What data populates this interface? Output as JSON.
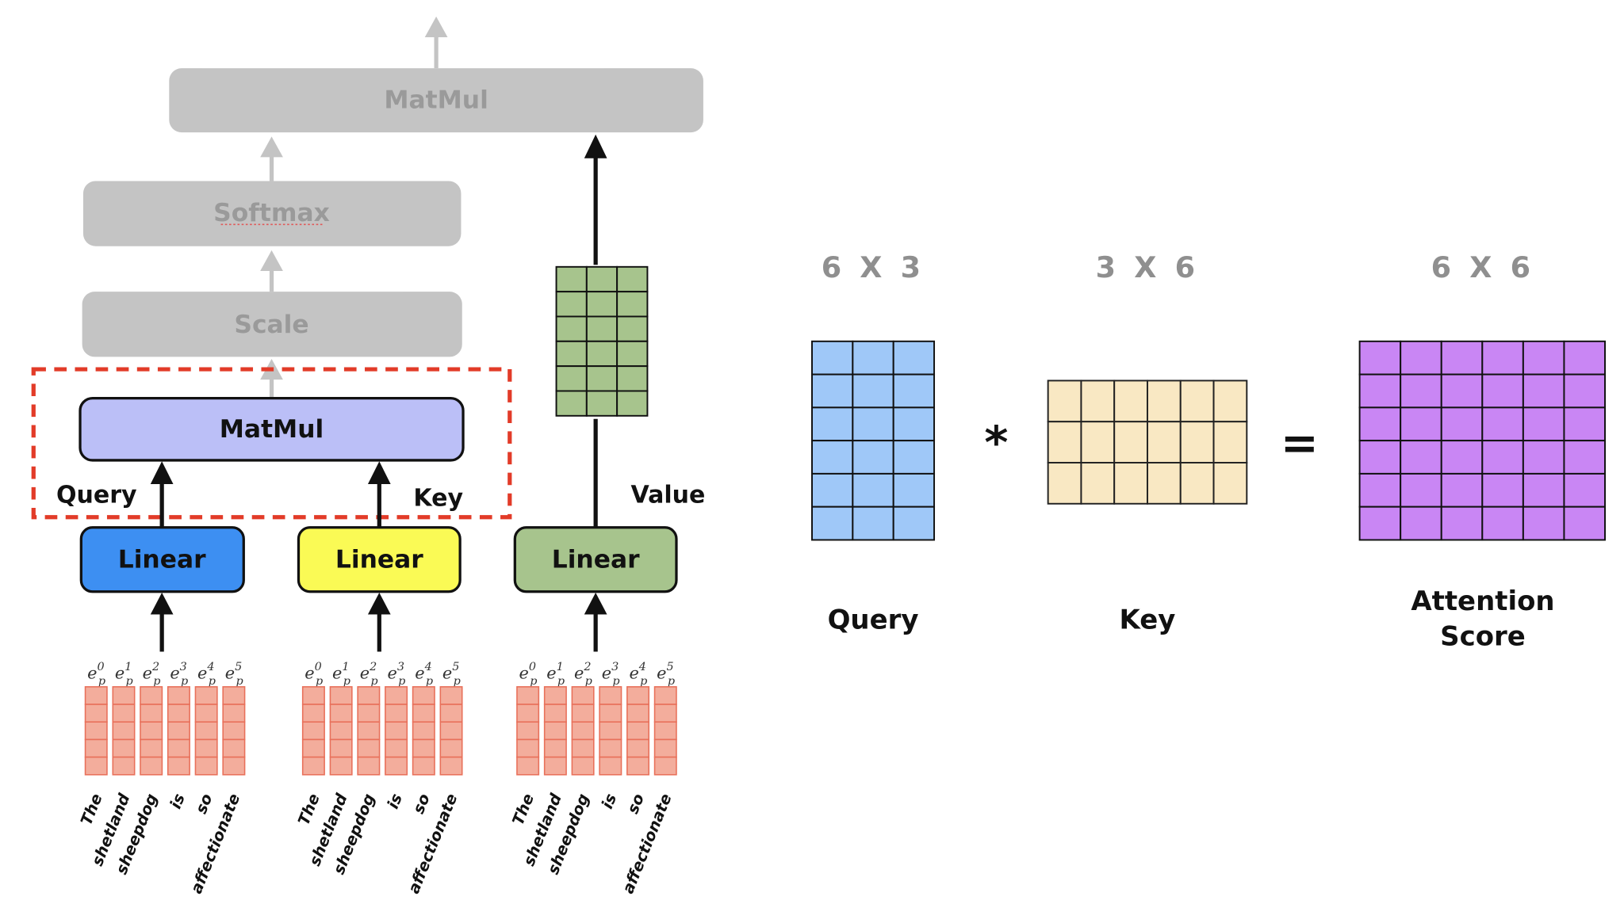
{
  "diagram": {
    "title": "Scaled dot-product attention: Query x Key matmul",
    "blocks": {
      "top_matmul": "MatMul",
      "softmax": "Softmax",
      "scale": "Scale",
      "qk_matmul": "MatMul",
      "linear_query": "Linear",
      "linear_key": "Linear",
      "linear_value": "Linear"
    },
    "branch_labels": {
      "query": "Query",
      "key": "Key",
      "value": "Value"
    },
    "embedding_labels": [
      "e_p^0",
      "e_p^1",
      "e_p^2",
      "e_p^3",
      "e_p^4",
      "e_p^5"
    ],
    "embedding_superscripts": [
      "0",
      "1",
      "2",
      "3",
      "4",
      "5"
    ],
    "embedding_base": "e",
    "embedding_subscript": "p",
    "tokens": [
      "The",
      "shetland",
      "sheepdog",
      "is",
      "so",
      "affectionate"
    ],
    "highlight": "QK MatMul step (red dashed box)",
    "colors": {
      "faded_box": "#c4c4c4",
      "faded_text": "#9a9a9a",
      "matmul": "#bbbff7",
      "query": "#3d8ff2",
      "key": "#fafa55",
      "value": "#a7c48d",
      "embedding": "#f3ad9c",
      "embedding_line": "#e8705a",
      "highlight": "#e23b28",
      "query_matrix": "#9fc8f8",
      "key_matrix": "#f9e8c3",
      "attention_matrix": "#c986f4"
    }
  },
  "equation": {
    "query": {
      "dims": "6 X 3",
      "label": "Query",
      "rows": 6,
      "cols": 3
    },
    "operator_multiply": "*",
    "key": {
      "dims": "3 X 6",
      "label": "Key",
      "rows": 3,
      "cols": 6
    },
    "operator_equals": "=",
    "result": {
      "dims": "6 X 6",
      "label_line1": "Attention",
      "label_line2": "Score",
      "rows": 6,
      "cols": 6
    }
  },
  "value_matrix": {
    "rows": 6,
    "cols": 3
  }
}
